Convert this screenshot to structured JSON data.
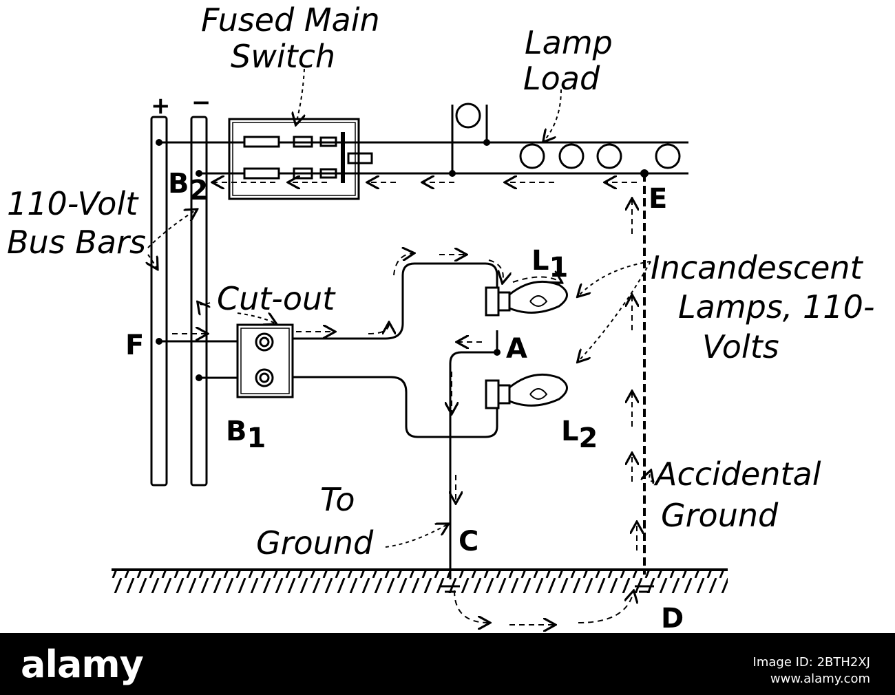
{
  "labels": {
    "fused_main_line1": "Fused Main",
    "fused_main_line2": "Switch",
    "lamp_load_line1": "Lamp",
    "lamp_load_line2": "Load",
    "bus_bars_line1": "110-Volt",
    "bus_bars_line2": "Bus Bars",
    "cutout": "Cut-out",
    "incandescent_line1": "Incandescent",
    "incandescent_line2": "Lamps, 110-",
    "incandescent_line3": "Volts",
    "accidental_line1": "Accidental",
    "accidental_line2": "Ground",
    "to_ground_line1": "To",
    "to_ground_line2": "Ground",
    "plus": "+",
    "minus": "−",
    "F": "F",
    "E": "E",
    "A": "A",
    "C": "C",
    "D": "D",
    "B": "B",
    "B1_sub": "1",
    "B2_sub": "2",
    "L": "L",
    "L1_sub": "1",
    "L2_sub": "2"
  },
  "footer": {
    "brand": "alamy",
    "image_id": "Image ID: 2BTH2XJ",
    "website": "www.alamy.com"
  },
  "colors": {
    "ink": "#000000",
    "paper": "#ffffff",
    "footer_bg": "#000000"
  }
}
